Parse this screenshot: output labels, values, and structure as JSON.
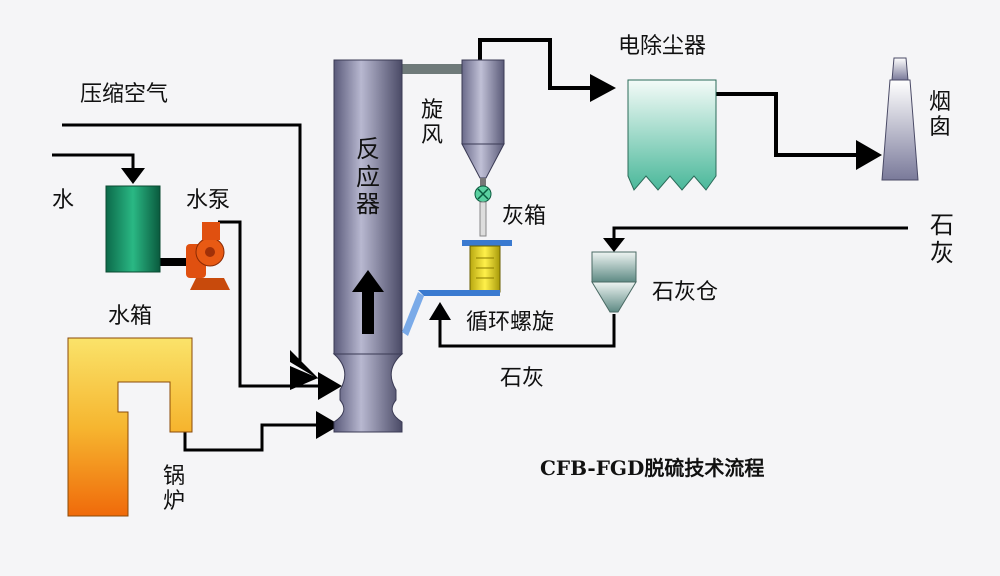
{
  "diagram": {
    "title": "CFB-FGD脱硫技术流程",
    "labels": {
      "compressed_air": "压缩空气",
      "water": "水",
      "water_pump": "水泵",
      "water_tank": "水箱",
      "boiler": "锅炉",
      "reactor": "反应器",
      "cyclone": "旋风",
      "ash_box": "灰箱",
      "circulating_screw": "循环螺旋",
      "lime_bottom": "石灰",
      "lime_silo": "石灰仓",
      "lime_right": "石灰",
      "precipitator": "电除尘器",
      "chimney": "烟囱"
    }
  },
  "colors": {
    "pipe": "#000000",
    "reactor": "#7a7a9a",
    "tank": "#1a9a6a",
    "boiler_top": "#f5d24a",
    "boiler_bottom": "#f07a10",
    "pump": "#e05010",
    "screw": "#3a7ad0",
    "ash_box": "#e6d21a"
  }
}
